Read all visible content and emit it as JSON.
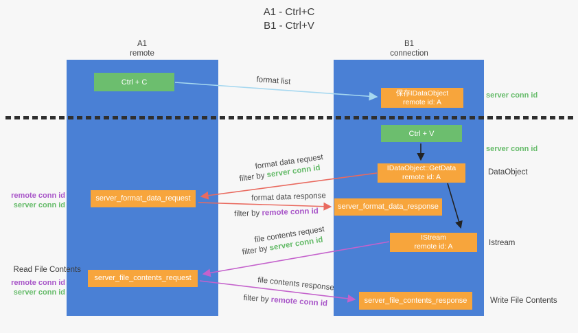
{
  "title": {
    "line1": "A1 - Ctrl+C",
    "line2": "B1 - Ctrl+V"
  },
  "columns": {
    "a1": {
      "name": "A1",
      "subtitle": "remote"
    },
    "b1": {
      "name": "B1",
      "subtitle": "connection"
    }
  },
  "nodes": {
    "ctrl_c": "Ctrl + C",
    "save_dataobject": {
      "line1": "保存IDataObject",
      "line2": "remote id: A"
    },
    "ctrl_v": "Ctrl + V",
    "getdata": {
      "line1": "IDataObject::GetData",
      "line2": "remote id: A"
    },
    "istream": {
      "line1": "IStream",
      "line2": "remote id: A"
    },
    "format_request": "server_format_data_request",
    "format_response": "server_format_data_response",
    "file_request": "server_file_contents_request",
    "file_response": "server_file_contents_response"
  },
  "arrow_labels": {
    "format_list": "format list",
    "format_data_request": "format data request",
    "format_data_response": "format data response",
    "file_contents_request": "file contents request",
    "file_contents_response": "file contents response",
    "filter_by": "filter by",
    "server_conn_id": "server conn id",
    "remote_conn_id": "remote conn id"
  },
  "side_labels": {
    "server_conn_id_top": "server conn id",
    "server_conn_id_mid": "server conn id",
    "dataobject": "DataObject",
    "istream": "Istream",
    "remote_conn_id": "remote conn id",
    "server_conn_id": "server conn id",
    "read_file_contents": "Read File Contents",
    "write_file_contents": "Write File Contents"
  },
  "colors": {
    "lane_blue": "#4a80d5",
    "node_green": "#6cbe6e",
    "node_orange": "#f7a53c",
    "arrow_light_blue": "#a6d8f0",
    "arrow_red": "#e96a5f",
    "arrow_magenta": "#c462cc",
    "arrow_black": "#222222",
    "text_green": "#66bb6a",
    "text_purple": "#a855c8",
    "text_dark": "#3c3c3c",
    "background": "#f7f7f7"
  }
}
